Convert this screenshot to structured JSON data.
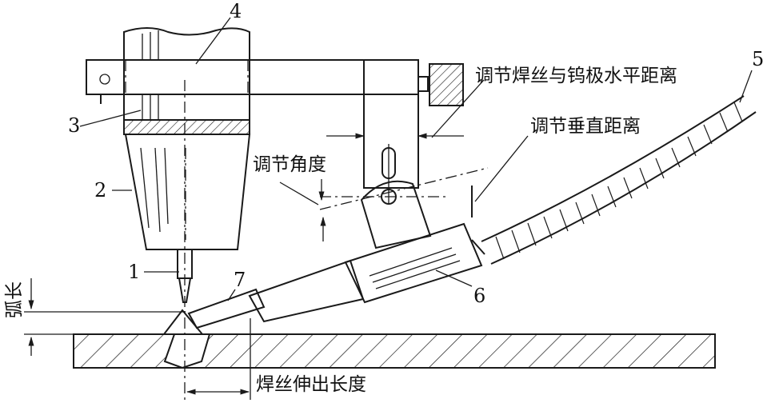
{
  "labels": {
    "horizontal_distance": "调节焊丝与钨极水平距离",
    "vertical_distance": "调节垂直距离",
    "angle": "调节角度",
    "arc_length": "弧长",
    "wire_extension": "焊丝伸出长度"
  },
  "numbers": {
    "n1": "1",
    "n2": "2",
    "n3": "3",
    "n4": "4",
    "n5": "5",
    "n6": "6",
    "n7": "7"
  }
}
